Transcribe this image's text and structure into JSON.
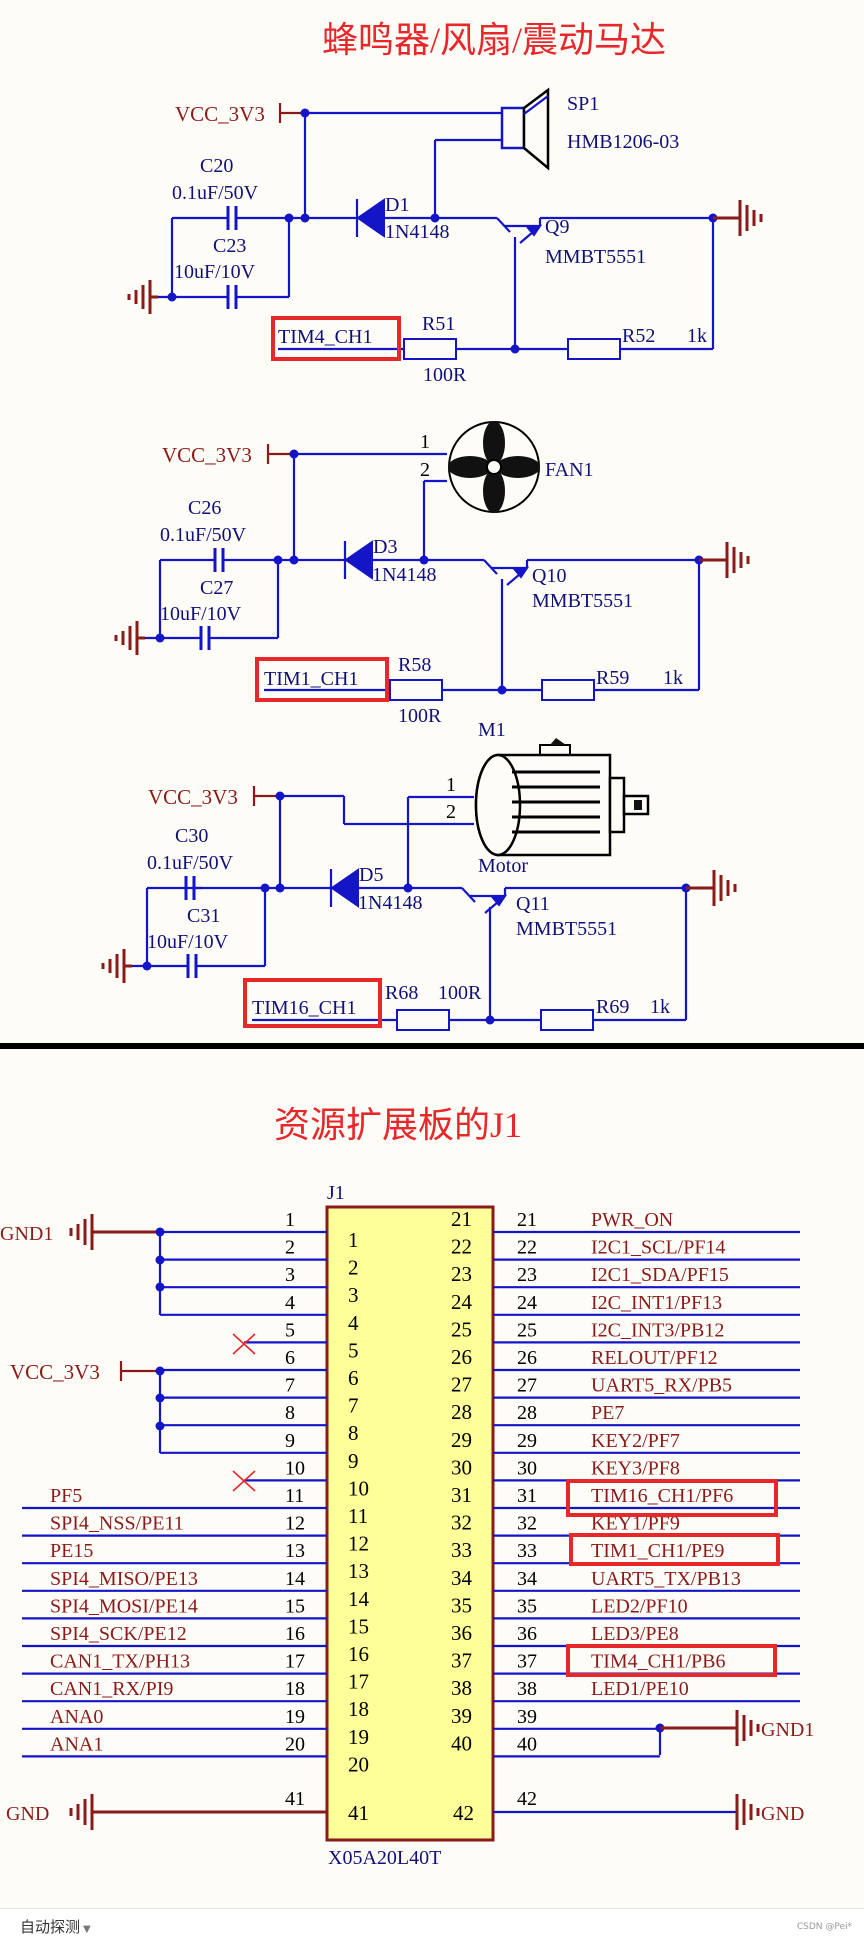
{
  "titles": {
    "top": "蜂鸣器/风扇/震动马达",
    "bottom": "资源扩展板的J1"
  },
  "power": {
    "vcc": "VCC_3V3",
    "gnd": "GND",
    "gnd1": "GND1"
  },
  "section_buzzer": {
    "speaker": "SP1",
    "speaker_part": "HMB1206-03",
    "cap_a": "C20",
    "cap_a_val": "0.1uF/50V",
    "cap_b": "C23",
    "cap_b_val": "10uF/10V",
    "diode": "D1",
    "diode_part": "1N4148",
    "transistor": "Q9",
    "transistor_part": "MMBT5551",
    "net_in": "TIM4_CH1",
    "res_a": "R51",
    "res_a_val": "100R",
    "res_b": "R52",
    "res_b_val": "1k"
  },
  "section_fan": {
    "fan": "FAN1",
    "pin1": "1",
    "pin2": "2",
    "cap_a": "C26",
    "cap_a_val": "0.1uF/50V",
    "cap_b": "C27",
    "cap_b_val": "10uF/10V",
    "diode": "D3",
    "diode_part": "1N4148",
    "transistor": "Q10",
    "transistor_part": "MMBT5551",
    "net_in": "TIM1_CH1",
    "res_a": "R58",
    "res_a_val": "100R",
    "res_b": "R59",
    "res_b_val": "1k"
  },
  "section_motor": {
    "motor_ref": "M1",
    "motor_label": "Motor",
    "pin1": "1",
    "pin2": "2",
    "cap_a": "C30",
    "cap_a_val": "0.1uF/50V",
    "cap_b": "C31",
    "cap_b_val": "10uF/10V",
    "diode": "D5",
    "diode_part": "1N4148",
    "transistor": "Q11",
    "transistor_part": "MMBT5551",
    "net_in": "TIM16_CH1",
    "res_a": "R68",
    "res_a_val": "100R",
    "res_b": "R69",
    "res_b_val": "1k"
  },
  "connector": {
    "ref": "J1",
    "part": "X05A20L40T",
    "left_pins": [
      {
        "num": "1",
        "net": ""
      },
      {
        "num": "2",
        "net": ""
      },
      {
        "num": "3",
        "net": ""
      },
      {
        "num": "4",
        "net": ""
      },
      {
        "num": "5",
        "net": ""
      },
      {
        "num": "6",
        "net": ""
      },
      {
        "num": "7",
        "net": ""
      },
      {
        "num": "8",
        "net": ""
      },
      {
        "num": "9",
        "net": ""
      },
      {
        "num": "10",
        "net": ""
      },
      {
        "num": "11",
        "net": "PF5"
      },
      {
        "num": "12",
        "net": "SPI4_NSS/PE11"
      },
      {
        "num": "13",
        "net": "PE15"
      },
      {
        "num": "14",
        "net": "SPI4_MISO/PE13"
      },
      {
        "num": "15",
        "net": "SPI4_MOSI/PE14"
      },
      {
        "num": "16",
        "net": "SPI4_SCK/PE12"
      },
      {
        "num": "17",
        "net": "CAN1_TX/PH13"
      },
      {
        "num": "18",
        "net": "CAN1_RX/PI9"
      },
      {
        "num": "19",
        "net": "ANA0"
      },
      {
        "num": "20",
        "net": "ANA1"
      }
    ],
    "right_pins": [
      {
        "num": "21",
        "net": "PWR_ON"
      },
      {
        "num": "22",
        "net": "I2C1_SCL/PF14"
      },
      {
        "num": "23",
        "net": "I2C1_SDA/PF15"
      },
      {
        "num": "24",
        "net": "I2C_INT1/PF13"
      },
      {
        "num": "25",
        "net": "I2C_INT3/PB12"
      },
      {
        "num": "26",
        "net": "RELOUT/PF12"
      },
      {
        "num": "27",
        "net": "UART5_RX/PB5"
      },
      {
        "num": "28",
        "net": "PE7"
      },
      {
        "num": "29",
        "net": "KEY2/PF7"
      },
      {
        "num": "30",
        "net": "KEY3/PF8"
      },
      {
        "num": "31",
        "net": "TIM16_CH1/PF6"
      },
      {
        "num": "32",
        "net": "KEY1/PF9"
      },
      {
        "num": "33",
        "net": "TIM1_CH1/PE9"
      },
      {
        "num": "34",
        "net": "UART5_TX/PB13"
      },
      {
        "num": "35",
        "net": "LED2/PF10"
      },
      {
        "num": "36",
        "net": "LED3/PE8"
      },
      {
        "num": "37",
        "net": "TIM4_CH1/PB6"
      },
      {
        "num": "38",
        "net": "LED1/PE10"
      },
      {
        "num": "39",
        "net": ""
      },
      {
        "num": "40",
        "net": ""
      }
    ],
    "extra_left": "41",
    "extra_right": "42"
  },
  "footer": {
    "left": "自动探测",
    "right": "CSDN @Pei*"
  }
}
